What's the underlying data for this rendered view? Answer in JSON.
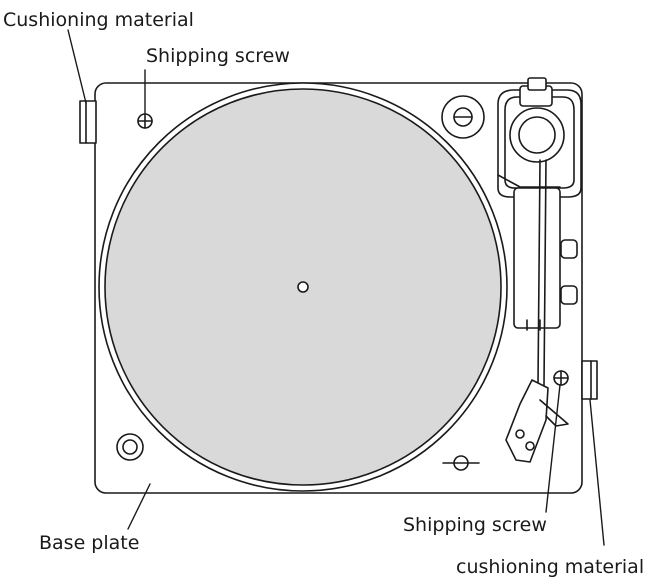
{
  "labels": {
    "cushioning_top": "Cushioning material",
    "shipping_screw_top": "Shipping screw",
    "base_plate": "Base plate",
    "shipping_screw_bottom": "Shipping screw",
    "cushioning_bottom": "cushioning material"
  },
  "colors": {
    "line": "#1a1a1a",
    "platter_fill": "#d9d9d9",
    "background": "#ffffff"
  }
}
